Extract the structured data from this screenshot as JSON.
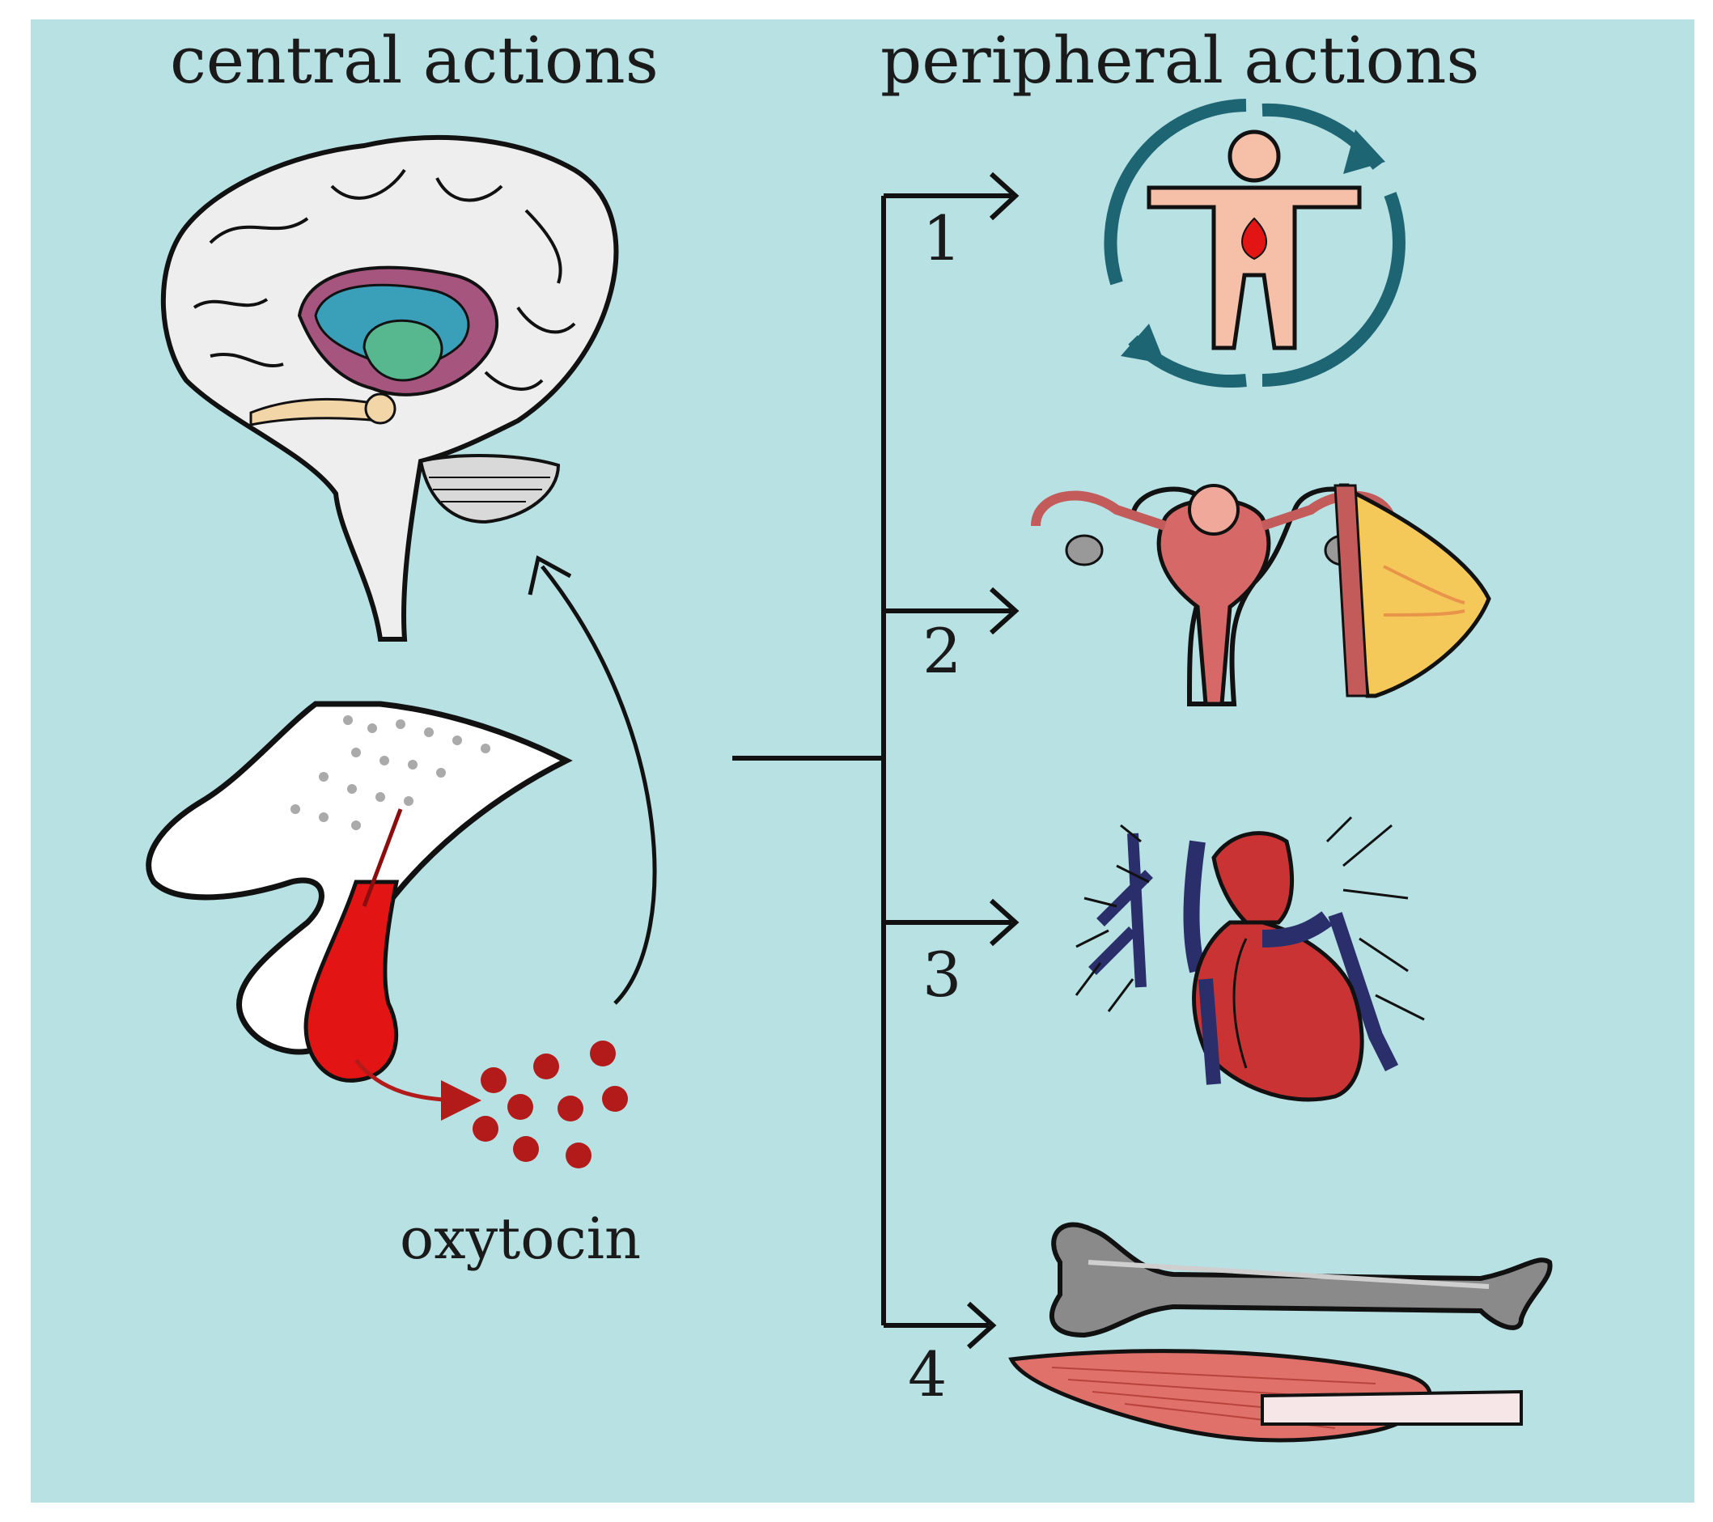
{
  "headers": {
    "central": "central actions",
    "peripheral": "peripheral actions"
  },
  "hormone_label": "oxytocin",
  "targets": [
    {
      "number": "1",
      "icon": "metabolism-body-icon"
    },
    {
      "number": "2",
      "icon": "reproductive-organs-icon"
    },
    {
      "number": "3",
      "icon": "heart-icon"
    },
    {
      "number": "4",
      "icon": "bone-muscle-icon"
    }
  ],
  "colors": {
    "background": "#b8e1e3",
    "oxytocin": "#b31b1b",
    "pituitary": "#e31414",
    "cycle_arrow": "#1e6574"
  }
}
